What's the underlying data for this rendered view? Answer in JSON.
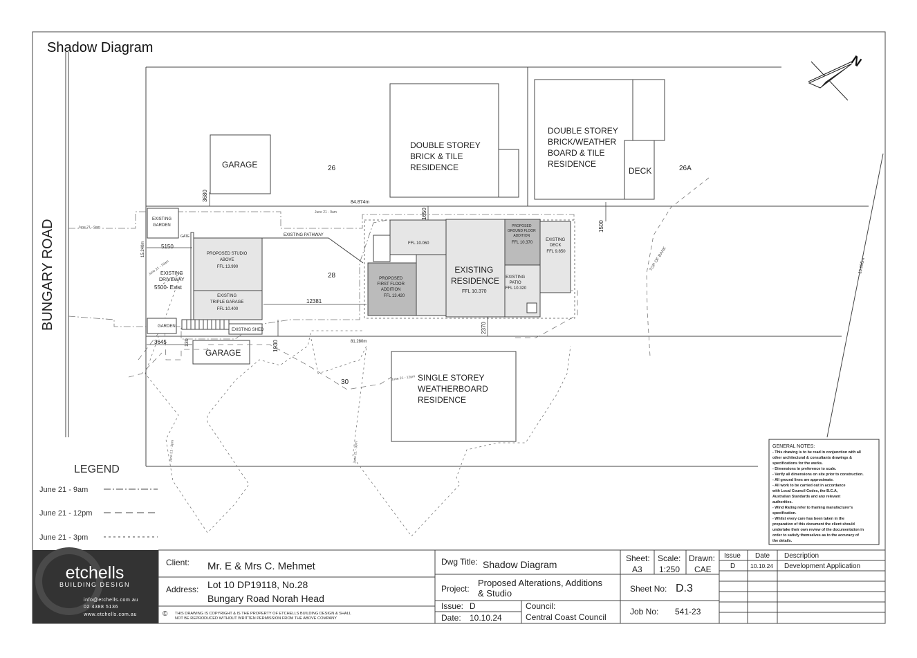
{
  "sheet_title": "Shadow Diagram",
  "road": "BUNGARY ROAD",
  "north_label": "N",
  "lots": {
    "lot26": "26",
    "lot26a": "26A",
    "lot28": "28",
    "lot30": "30"
  },
  "buildings": {
    "garage_26": "GARAGE",
    "res26": [
      "DOUBLE STOREY",
      "BRICK & TILE",
      "RESIDENCE"
    ],
    "res26a": [
      "DOUBLE STOREY",
      "BRICK/WEATHER",
      "BOARD & TILE",
      "RESIDENCE"
    ],
    "deck_26a": "DECK",
    "garage_30": "GARAGE",
    "res30": [
      "SINGLE STOREY",
      "WEATHERBOARD",
      "RESIDENCE"
    ]
  },
  "site": {
    "existing_garden_top": [
      "EXISTING",
      "GARDEN"
    ],
    "gate": "GATE",
    "existing_driveway": [
      "EXISTING",
      "DRIVEWAY"
    ],
    "driveway_dim": "5500- Exist",
    "studio": [
      "PROPOSED STUDIO",
      "ABOVE",
      "FFL 13.990"
    ],
    "triple_garage": [
      "EXISTING",
      "TRIPLE GARAGE",
      "FFL 10.400"
    ],
    "garden_bottom": "GARDEN",
    "existing_shed": "EXISTING SHED",
    "existing_pathway": "EXISTING PATHWAY",
    "ffl_10060": "FFL 10.060",
    "first_floor_addition": [
      "PROPOSED",
      "FIRST FLOOR",
      "ADDITION",
      "FFL 13.420"
    ],
    "existing_residence": [
      "EXISTING",
      "RESIDENCE"
    ],
    "existing_residence_ffl": "FFL 10.370",
    "ground_floor_addition": [
      "PROPOSED",
      "GROUND FLOOR",
      "ADDITION",
      "FFL 10.370"
    ],
    "existing_deck": [
      "EXISTING",
      "DECK",
      "FFL 9.850"
    ],
    "existing_patio": [
      "EXISTING",
      "PATIO",
      "FFL 10.320"
    ],
    "top_of_bank": "TOP OF BANK"
  },
  "dimensions": {
    "d3680": "3680",
    "d84874": "84.874m",
    "d1650": "1650",
    "d1500": "1500",
    "d15240": "15.240m",
    "d5150": "5150",
    "d12381": "12381",
    "d3645": "3645",
    "d130": "130",
    "d1930": "1930",
    "d81280": "81.280m",
    "d2370": "2370",
    "d15655": "15.655m"
  },
  "shadow_labels": {
    "s9am_left": "June 21 - 9am",
    "s9am_top": "June 21 - 9am",
    "s10am": "June 21 - 10am",
    "s12pm": "June 21 - 12pm",
    "s3pm_a": "June 21 - 3pm",
    "s3pm_b": "June 21 - 3pm"
  },
  "legend": {
    "title": "LEGEND",
    "items": [
      "June 21 - 9am",
      "June 21 - 12pm",
      "June 21 - 3pm"
    ]
  },
  "general_notes": {
    "title": "GENERAL NOTES:",
    "lines": [
      "- This drawing is to be read in conjunction with all",
      "  other architectural & consultants drawings &",
      "  specifications for the works.",
      "- Dimensions in preference to scale.",
      "- Verify all dimensions on site prior to construction.",
      "- All ground lines are approximate.",
      "- All work to be carried out in accordance",
      "  with Local Council Codes, the B.C.A,",
      "  Australian Standards and any relevant",
      "  authorities.",
      "- Wind Rating refer to framing manufacturer's",
      "  specification.",
      "- Whilst every care has been taken in the",
      "  preparation of this document the client should",
      "  undertake their own review of the documentation in",
      "  order to satisfy themselves as to the accuracy of",
      "  the details."
    ]
  },
  "title_block": {
    "company": "etchells",
    "company_sub": "BUILDING DESIGN",
    "email": "info@etchells.com.au",
    "phone": "02 4388 5136",
    "web": "www.etchells.com.au",
    "client_label": "Client:",
    "client": "Mr. E & Mrs C. Mehmet",
    "address_label": "Address:",
    "address_line1": "Lot 10 DP19118, No.28",
    "address_line2": "Bungary Road Norah Head",
    "copyright_symbol": "©",
    "copyright_line1": "THIS DRAWING IS COPYRIGHT & IS THE PROPERTY OF ETCHELLS BUILDING DESIGN & SHALL",
    "copyright_line2": "NOT BE REPRODUCED WITHOUT WRITTEN PERMISSION FROM THE ABOVE COMPANY",
    "dwg_title_label": "Dwg Title:",
    "dwg_title": "Shadow Diagram",
    "project_label": "Project:",
    "project_line1": "Proposed Alterations, Additions",
    "project_line2": "& Studio",
    "issue_label": "Issue:",
    "issue": "D",
    "date_label": "Date:",
    "date": "10.10.24",
    "council_label": "Council:",
    "council": "Central Coast Council",
    "sheet_label": "Sheet:",
    "sheet_size": "A3",
    "scale_label": "Scale:",
    "scale": "1:250",
    "drawn_label": "Drawn:",
    "drawn": "CAE",
    "sheet_no_label": "Sheet No:",
    "sheet_no": "D.3",
    "job_no_label": "Job No:",
    "job_no": "541-23"
  },
  "revisions": {
    "headers": [
      "Issue",
      "Date",
      "Description"
    ],
    "rows": [
      [
        "D",
        "10.10.24",
        "Development Application"
      ]
    ]
  }
}
